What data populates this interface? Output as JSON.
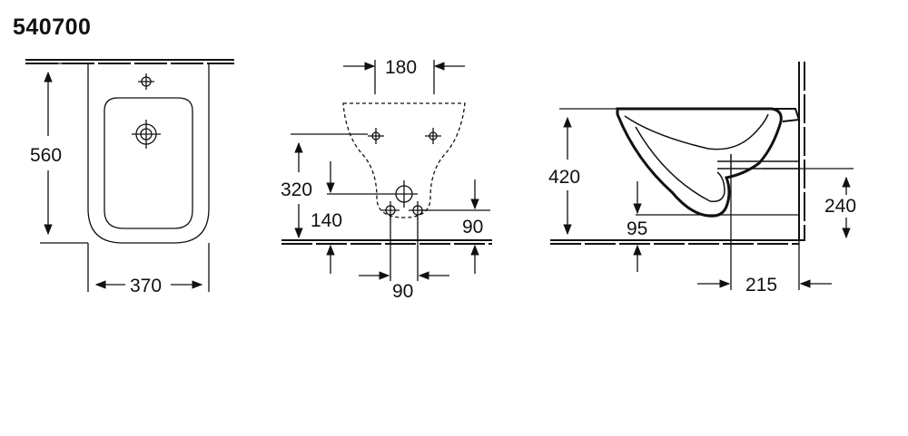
{
  "title": "540700",
  "front_view": {
    "height_label": "560",
    "width_label": "370"
  },
  "rear_view": {
    "top_spacing_label": "180",
    "fixing_height_label": "320",
    "supply_height_label": "140",
    "drain_height_label": "90",
    "bottom_spacing_label": "90"
  },
  "side_view": {
    "rim_height_label": "420",
    "outlet_height_label": "240",
    "floor_offset_label": "95",
    "projection_label": "215"
  }
}
